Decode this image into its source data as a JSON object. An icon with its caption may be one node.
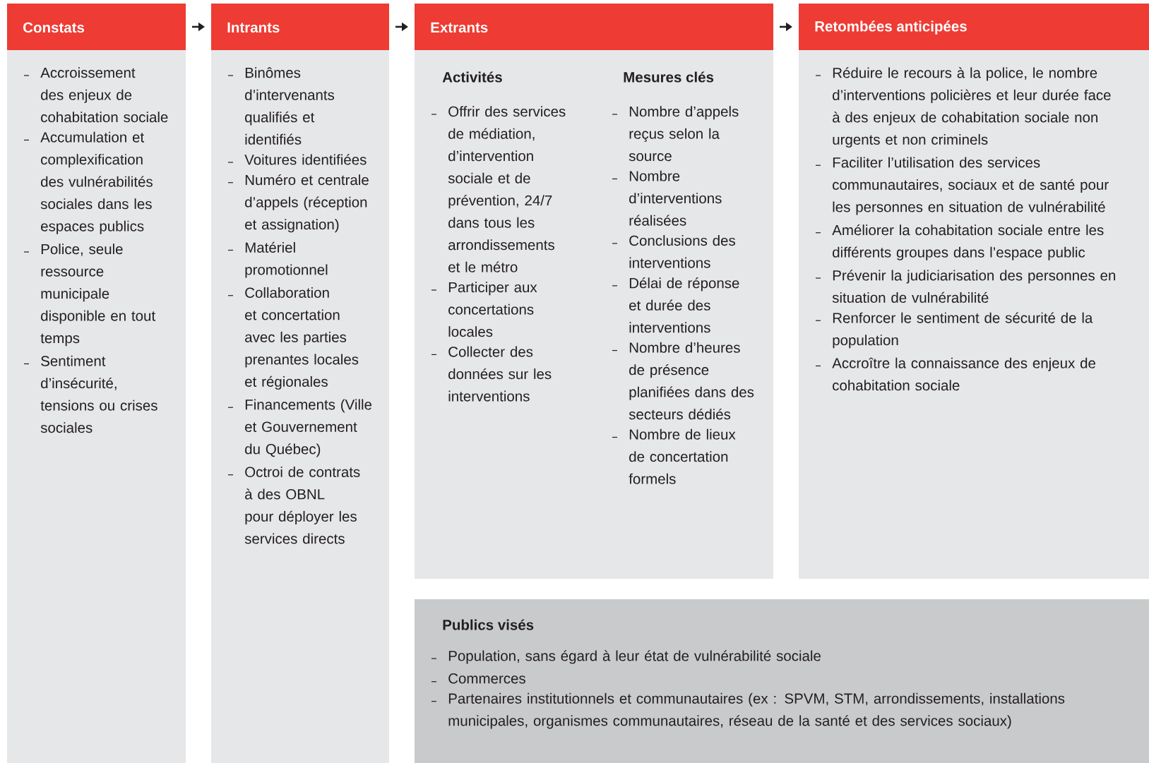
{
  "diagram": {
    "nodes": [
      {
        "text": [
          "Constats",
          "Accroissement des enjeux de cohabitation sociale",
          "Accumulation et complexification des vulnérabilités sociales dans les espaces publics",
          "Police, seule ressource municipale disponible en tout temps",
          "Sentiment d’insécurité, tensions ou crises sociales"
        ]
      },
      {
        "text": [
          "Intrants",
          "Binômes d’intervenants qualifiés et identifiés",
          "Voitures identifiées",
          "Numéro et centrale d’appels (réception et assignation)",
          "Matériel promotionnel",
          "Collaboration et concertation avec les parties prenantes locales et régionales",
          "Financements (Ville et Gouvernement du Québec)",
          "Octroi de contrats à des OBNL pour déployer les services directs"
        ]
      },
      {
        "text": [
          "Extrants"
        ]
      },
      {
        "text": [
          "Activités",
          "Offrir des services de médiation, d’intervention sociale et de prévention, 24/7 dans tous les arrondissements et le métro",
          "Participer aux concertations locales",
          "Collecter des données sur les interventions"
        ],
        "in": 2
      },
      {
        "text": [
          "Mesures clés",
          "Nombre d’appels reçus selon la source",
          "Nombre d’interventions réalisées",
          "Conclusions des interventions",
          "Délai de réponse et durée des interventions",
          "Nombre d’heures de présence planifiées dans des secteurs dédiés",
          "Nombre de lieux de concertation formels"
        ],
        "in": 2
      },
      {
        "text": [
          "Retombées anticipées",
          "Réduire le recours à la police, le nombre d’interventions policières et leur durée face à des enjeux de cohabitation sociale non urgents et non criminels",
          "Faciliter l’utilisation des services communautaires, sociaux et de santé pour les personnes en situation de vulnérabilité",
          "Améliorer la cohabitation sociale entre les différents groupes dans l’espace public",
          "Prévenir la judiciarisation des personnes en situation de vulnérabilité",
          "Renforcer le sentiment de sécurité de la population",
          "Accroître la connaissance des enjeux de cohabitation sociale"
        ]
      },
      {
        "text": [
          "Publics visés",
          "Population, sans égard à leur état de vulnérabilité sociale",
          "Commerces",
          "Partenaires institutionnels et communautaires (ex : SPVM, STM, arrondissements, installations municipales, organismes communautaires, réseau de la santé et des services sociaux)"
        ]
      }
    ],
    "edges": [
      {
        "from": 0,
        "to": 1,
        "arrow": "to"
      },
      {
        "from": 1,
        "to": 2,
        "arrow": "to"
      },
      {
        "from": 2,
        "to": 5,
        "arrow": "to"
      }
    ]
  }
}
